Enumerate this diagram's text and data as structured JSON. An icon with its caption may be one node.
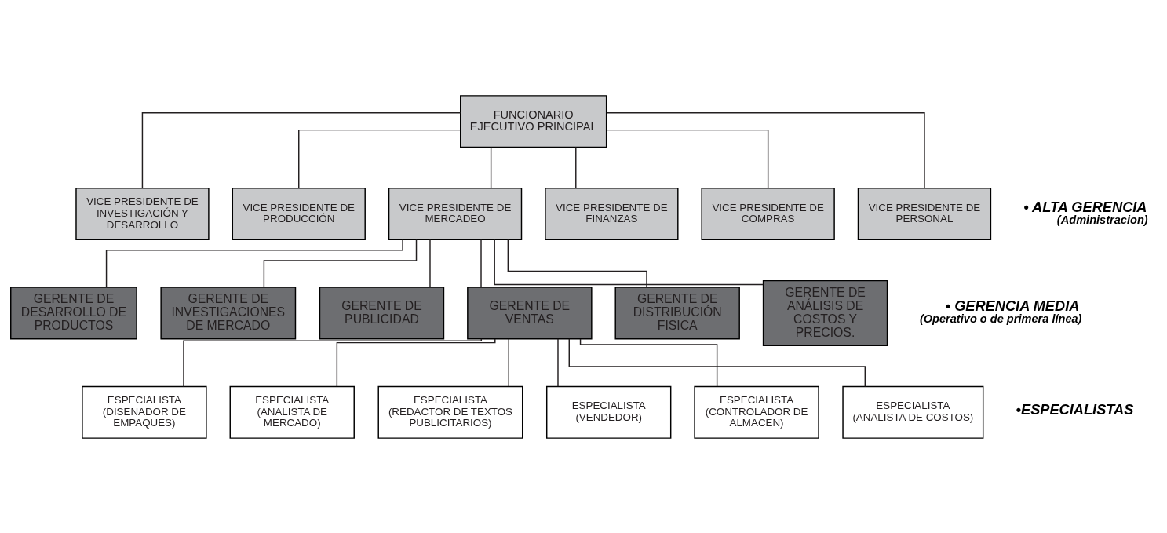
{
  "diagram": {
    "nodes": [
      {
        "text": [
          "FUNCIONARIO EJECUTIVO PRINCIPAL"
        ]
      },
      {
        "text": [
          "VICE PRESIDENTE DE INVESTIGACIÓN Y DESARROLLO"
        ]
      },
      {
        "text": [
          "VICE PRESIDENTE DE PRODUCCIÓN"
        ]
      },
      {
        "text": [
          "VICE PRESIDENTE DE MERCADEO"
        ]
      },
      {
        "text": [
          "VICE PRESIDENTE DE FINANZAS"
        ]
      },
      {
        "text": [
          "VICE PRESIDENTE DE COMPRAS"
        ]
      },
      {
        "text": [
          "VICE PRESIDENTE DE PERSONAL"
        ]
      },
      {
        "text": [
          "GERENTE DE DESARROLLO DE PRODUCTOS"
        ]
      },
      {
        "text": [
          "GERENTE DE INVESTIGACIONES DE MERCADO"
        ]
      },
      {
        "text": [
          "GERENTE DE PUBLICIDAD"
        ]
      },
      {
        "text": [
          "GERENTE DE VENTAS"
        ]
      },
      {
        "text": [
          "GERENTE DE DISTRIBUCIÓN FISICA"
        ]
      },
      {
        "text": [
          "GERENTE DE ANÁLISIS DE COSTOS Y PRECIOS."
        ]
      },
      {
        "text": [
          "ESPECIALISTA (DISEÑADOR DE EMPAQUES)"
        ]
      },
      {
        "text": [
          "ESPECIALISTA (ANALISTA DE MERCADO)"
        ]
      },
      {
        "text": [
          "ESPECIALISTA (REDACTOR DE TEXTOS PUBLICITARIOS)"
        ]
      },
      {
        "text": [
          "ESPECIALISTA (VENDEDOR)"
        ]
      },
      {
        "text": [
          "ESPECIALISTA (CONTROLADOR DE ALMACEN)"
        ]
      },
      {
        "text": [
          "ESPECIALISTA (ANALISTA DE COSTOS)"
        ]
      }
    ],
    "edges": [
      {
        "from": 0,
        "to": 1,
        "arrow": "none"
      },
      {
        "from": 0,
        "to": 2,
        "arrow": "none"
      },
      {
        "from": 0,
        "to": 3,
        "arrow": "none"
      },
      {
        "from": 0,
        "to": 4,
        "arrow": "none"
      },
      {
        "from": 0,
        "to": 5,
        "arrow": "none"
      },
      {
        "from": 0,
        "to": 6,
        "arrow": "none"
      },
      {
        "from": 3,
        "to": 7,
        "arrow": "none"
      },
      {
        "from": 3,
        "to": 8,
        "arrow": "none"
      },
      {
        "from": 3,
        "to": 9,
        "arrow": "none"
      },
      {
        "from": 3,
        "to": 10,
        "arrow": "none"
      },
      {
        "from": 3,
        "to": 11,
        "arrow": "none"
      },
      {
        "from": 3,
        "to": 12,
        "arrow": "none"
      },
      {
        "from": 10,
        "to": 13,
        "arrow": "none"
      },
      {
        "from": 10,
        "to": 14,
        "arrow": "none"
      },
      {
        "from": 10,
        "to": 15,
        "arrow": "none"
      },
      {
        "from": 10,
        "to": 16,
        "arrow": "none"
      },
      {
        "from": 10,
        "to": 17,
        "arrow": "none"
      },
      {
        "from": 10,
        "to": 18,
        "arrow": "none"
      }
    ],
    "labels": [
      "• ALTA GERENCIA",
      "(Administracion)",
      "• GERENCIA MEDIA",
      "(Operativo o de primera línea)",
      "•ESPECIALISTAS"
    ]
  }
}
